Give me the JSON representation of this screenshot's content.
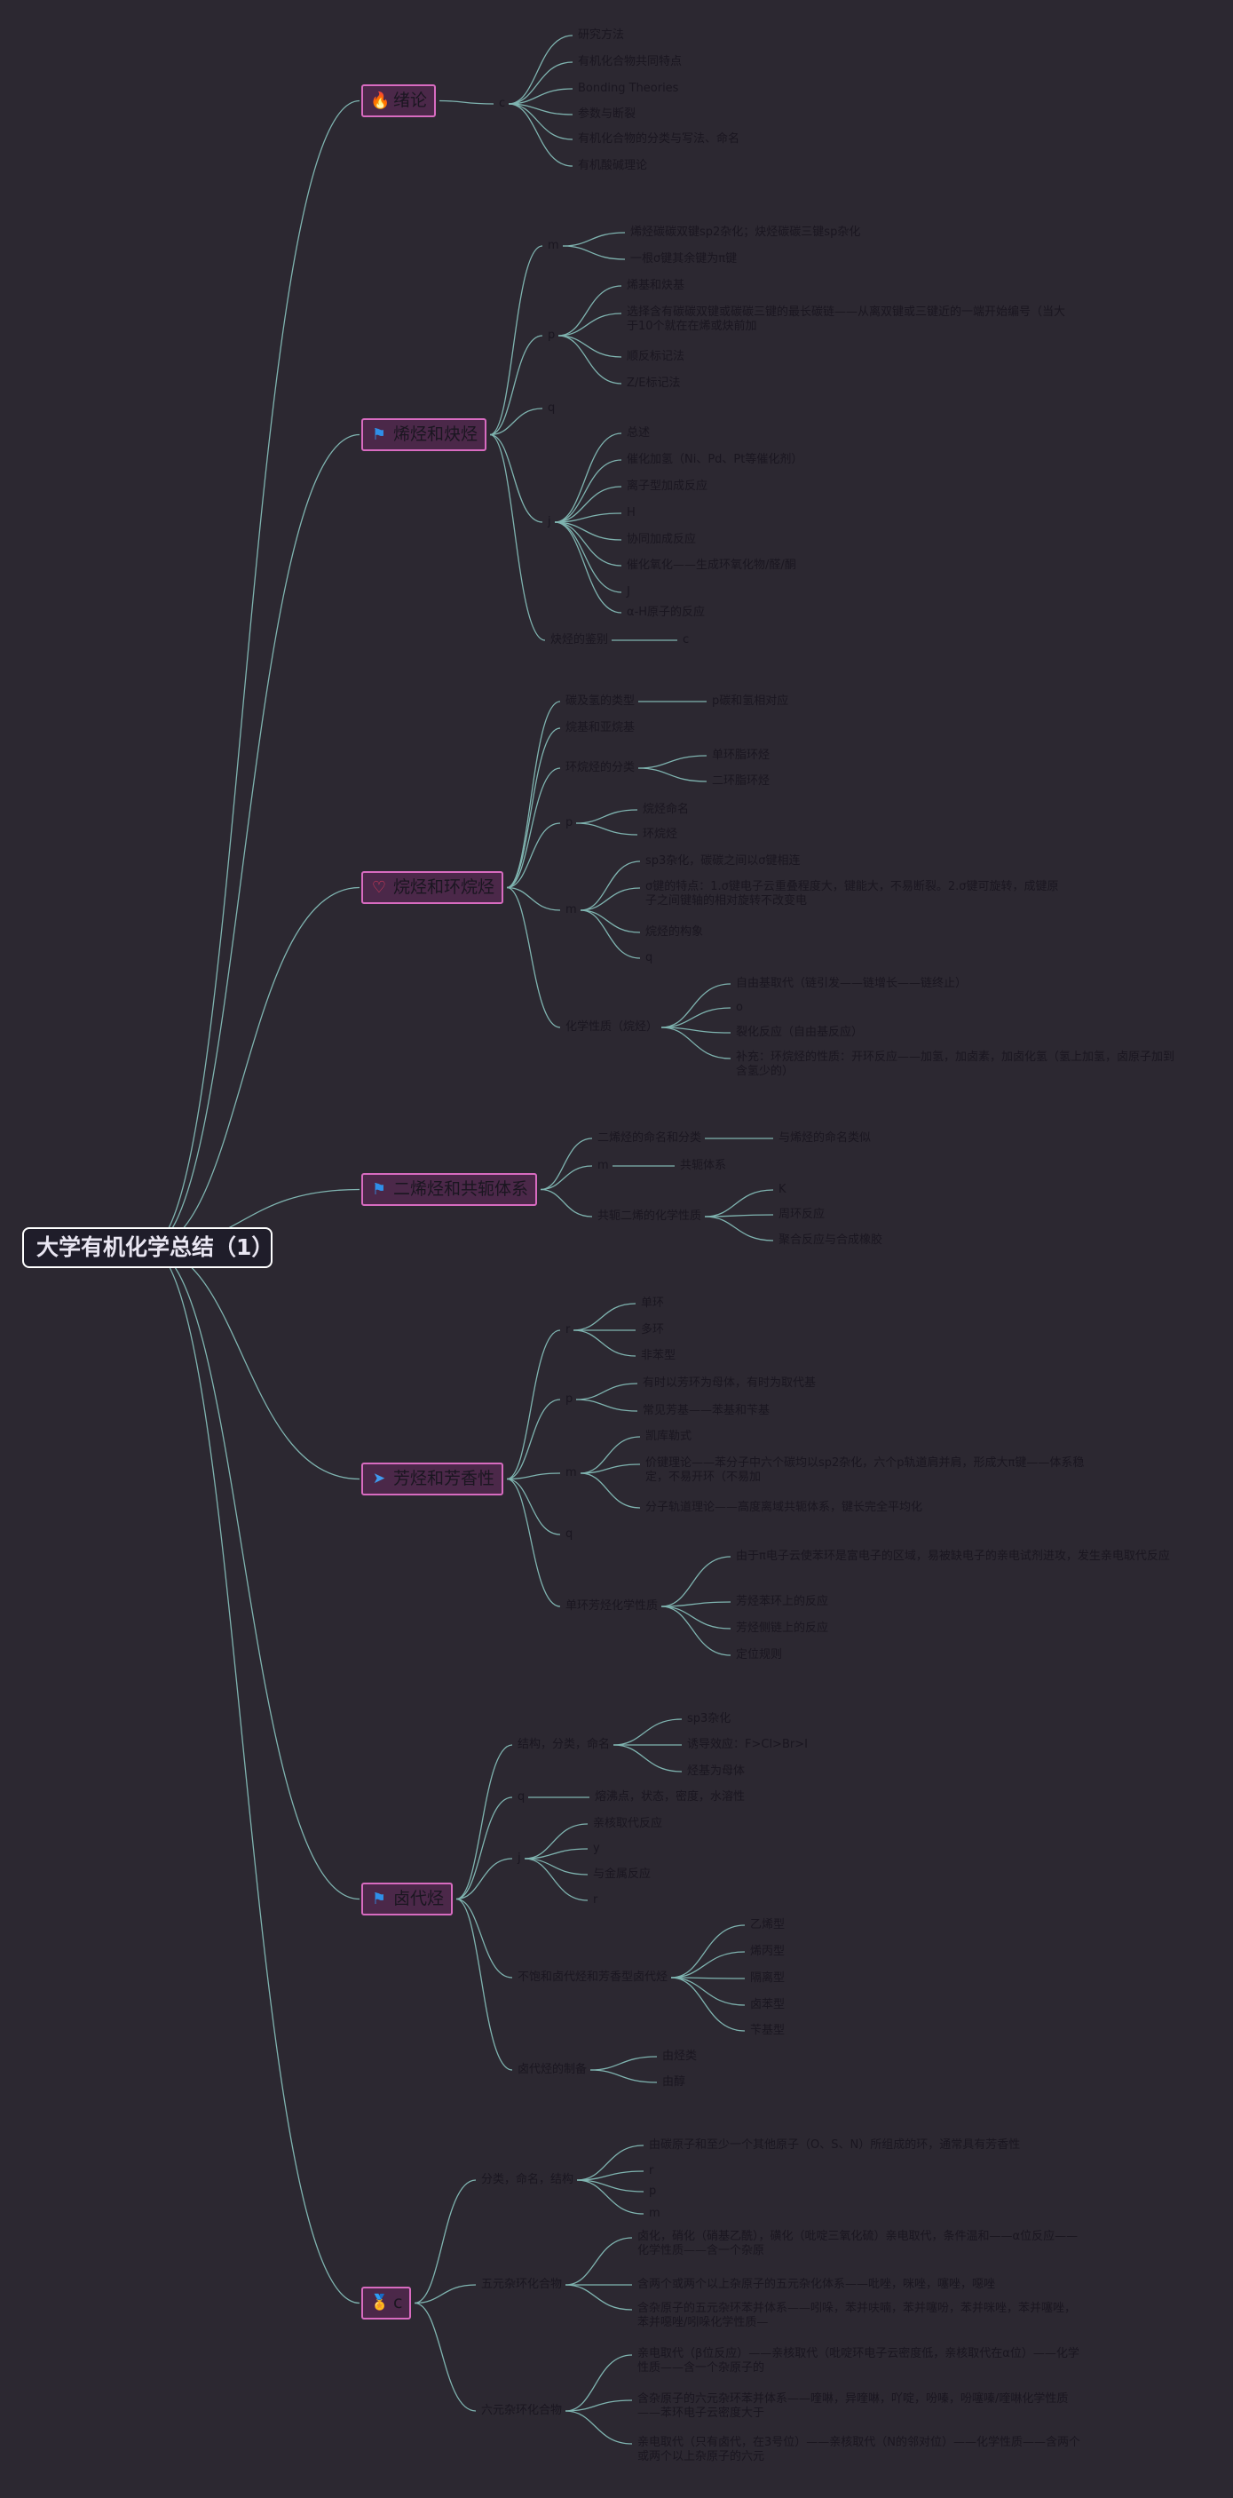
{
  "root": "大学有机化学总结（1）",
  "colors": {
    "background": "#2c2831",
    "line": "#7fb4b0",
    "branch_fill": "#4b2849",
    "branch_border": "#d86bc0",
    "text": "#1a1620"
  },
  "branches": [
    {
      "label": "绪论",
      "icon": "fire-icon",
      "children": [
        {
          "label": "c",
          "children": [
            {
              "label": "研究方法"
            },
            {
              "label": "有机化合物共同特点"
            },
            {
              "label": "Bonding Theories"
            },
            {
              "label": "参数与断裂"
            },
            {
              "label": "有机化合物的分类与写法、命名"
            },
            {
              "label": "有机酸碱理论"
            }
          ]
        }
      ]
    },
    {
      "label": "烯烃和炔烃",
      "icon": "flag-icon",
      "children": [
        {
          "label": "m",
          "children": [
            {
              "label": "烯烃碳碳双键sp2杂化；炔烃碳碳三键sp杂化"
            },
            {
              "label": "一根σ键其余键为π键"
            }
          ]
        },
        {
          "label": "p",
          "children": [
            {
              "label": "烯基和炔基"
            },
            {
              "label": "选择含有碳碳双键或碳碳三键的最长碳链——从离双键或三键近的一端开始编号（当大于10个就在在烯或炔前加"
            },
            {
              "label": "顺反标记法"
            },
            {
              "label": "Z/E标记法"
            }
          ]
        },
        {
          "label": "q"
        },
        {
          "label": "j",
          "children": [
            {
              "label": "总述"
            },
            {
              "label": "催化加氢（Ni、Pd、Pt等催化剂）"
            },
            {
              "label": "离子型加成反应"
            },
            {
              "label": "H"
            },
            {
              "label": "协同加成反应"
            },
            {
              "label": "催化氧化——生成环氧化物/醛/酮"
            },
            {
              "label": "J"
            },
            {
              "label": "α-H原子的反应"
            }
          ]
        },
        {
          "label": "炔烃的鉴别",
          "children": [
            {
              "label": "c"
            }
          ]
        }
      ]
    },
    {
      "label": "烷烃和环烷烃",
      "icon": "heart-icon",
      "children": [
        {
          "label": "碳及氢的类型",
          "children": [
            {
              "label": "p碳和氢相对应"
            }
          ]
        },
        {
          "label": "烷基和亚烷基"
        },
        {
          "label": "环烷烃的分类",
          "children": [
            {
              "label": "单环脂环烃"
            },
            {
              "label": "二环脂环烃"
            }
          ]
        },
        {
          "label": "p",
          "children": [
            {
              "label": "烷烃命名"
            },
            {
              "label": "环烷烃"
            }
          ]
        },
        {
          "label": "m",
          "children": [
            {
              "label": "sp3杂化，碳碳之间以σ键相连"
            },
            {
              "label": "σ键的特点：1.σ键电子云重叠程度大，键能大，不易断裂。2.σ键可旋转，成键原子之间键轴的相对旋转不改变电"
            },
            {
              "label": "烷烃的构象"
            },
            {
              "label": "q"
            }
          ]
        },
        {
          "label": "化学性质（烷烃）",
          "children": [
            {
              "label": "自由基取代（链引发——链增长——链终止）"
            },
            {
              "label": "o"
            },
            {
              "label": "裂化反应（自由基反应）"
            },
            {
              "label": "补充：环烷烃的性质：开环反应——加氢，加卤素，加卤化氢（氢上加氢，卤原子加到含氢少的）"
            }
          ]
        }
      ]
    },
    {
      "label": "二烯烃和共轭体系",
      "icon": "flag-icon",
      "children": [
        {
          "label": "二烯烃的命名和分类",
          "children": [
            {
              "label": "与烯烃的命名类似"
            }
          ]
        },
        {
          "label": "m",
          "children": [
            {
              "label": "共轭体系"
            }
          ]
        },
        {
          "label": "共轭二烯的化学性质",
          "children": [
            {
              "label": "K"
            },
            {
              "label": "周环反应"
            },
            {
              "label": "聚合反应与合成橡胶"
            }
          ]
        }
      ]
    },
    {
      "label": "芳烃和芳香性",
      "icon": "plane-icon",
      "children": [
        {
          "label": "r",
          "children": [
            {
              "label": "单环"
            },
            {
              "label": "多环"
            },
            {
              "label": "非苯型"
            }
          ]
        },
        {
          "label": "p",
          "children": [
            {
              "label": "有时以芳环为母体，有时为取代基"
            },
            {
              "label": "常见芳基——苯基和苄基"
            }
          ]
        },
        {
          "label": "m",
          "children": [
            {
              "label": "凯库勒式"
            },
            {
              "label": "价键理论——苯分子中六个碳均以sp2杂化，六个p轨道肩并肩，形成大π键——体系稳定，不易开环（不易加"
            },
            {
              "label": "分子轨道理论——高度离域共轭体系，键长完全平均化"
            }
          ]
        },
        {
          "label": "q"
        },
        {
          "label": "单环芳烃化学性质",
          "children": [
            {
              "label": "由于π电子云使苯环是富电子的区域，易被缺电子的亲电试剂进攻，发生亲电取代反应"
            },
            {
              "label": "芳烃苯环上的反应"
            },
            {
              "label": "芳烃侧链上的反应"
            },
            {
              "label": "定位规则"
            }
          ]
        }
      ]
    },
    {
      "label": "卤代烃",
      "icon": "flag-icon",
      "children": [
        {
          "label": "结构，分类，命名",
          "children": [
            {
              "label": "sp3杂化"
            },
            {
              "label": "诱导效应：F>Cl>Br>I"
            },
            {
              "label": "烃基为母体"
            }
          ]
        },
        {
          "label": "q",
          "children": [
            {
              "label": "熔沸点，状态，密度，水溶性"
            }
          ]
        },
        {
          "label": "j",
          "children": [
            {
              "label": "亲核取代反应"
            },
            {
              "label": "y"
            },
            {
              "label": "与金属反应"
            },
            {
              "label": "r"
            }
          ]
        },
        {
          "label": "不饱和卤代烃和芳香型卤代烃",
          "children": [
            {
              "label": "乙烯型"
            },
            {
              "label": "烯丙型"
            },
            {
              "label": "隔离型"
            },
            {
              "label": "卤苯型"
            },
            {
              "label": "苄基型"
            }
          ]
        },
        {
          "label": "卤代烃的制备",
          "children": [
            {
              "label": "由烃类"
            },
            {
              "label": "由醇"
            }
          ]
        }
      ]
    },
    {
      "label": "c",
      "icon": "medal-icon",
      "children": [
        {
          "label": "分类，命名，结构",
          "children": [
            {
              "label": "由碳原子和至少一个其他原子（O、S、N）所组成的环，通常具有芳香性"
            },
            {
              "label": "r"
            },
            {
              "label": "p"
            },
            {
              "label": "m"
            }
          ]
        },
        {
          "label": "五元杂环化合物",
          "children": [
            {
              "label": "卤化，硝化（硝基乙酰），磺化（吡啶三氧化硫）亲电取代，条件温和——α位反应——化学性质——含一个杂原"
            },
            {
              "label": "含两个或两个以上杂原子的五元杂化体系——吡唑，咪唑，噻唑，噁唑"
            },
            {
              "label": "含杂原子的五元杂环苯并体系——吲哚，苯并呋喃，苯并噻吩，苯并咪唑，苯并噻唑，苯并噁唑/吲哚化学性质—"
            }
          ]
        },
        {
          "label": "六元杂环化合物",
          "children": [
            {
              "label": "亲电取代（β位反应）——亲核取代（吡啶环电子云密度低，亲核取代在α位）——化学性质——含一个杂原子的"
            },
            {
              "label": "含杂原子的六元杂环苯并体系——喹啉，异喹啉，吖啶，吩嗪，吩噻嗪/喹啉化学性质——苯环电子云密度大于"
            },
            {
              "label": "亲电取代（只有卤代，在3号位）——亲核取代（N的邻对位）——化学性质——含两个或两个以上杂原子的六元"
            }
          ]
        }
      ]
    }
  ]
}
